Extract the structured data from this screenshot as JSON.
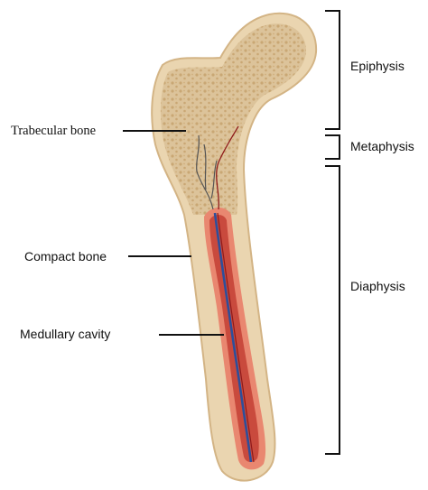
{
  "labels": {
    "trabecular": "Trabecular bone",
    "compact": "Compact bone",
    "medullary": "Medullary cavity"
  },
  "regions": {
    "epiphysis": "Epiphysis",
    "metaphysis": "Metaphysis",
    "diaphysis": "Diaphysis"
  },
  "colors": {
    "bone_outer": "#ead5b0",
    "bone_outline": "#d3b485",
    "trabecular_fill": "#dcc39a",
    "trabecular_dots": "#c9a774",
    "marrow_edge": "#e98770",
    "marrow_core": "#c94a3d",
    "vessel_blue": "#2d4f9b",
    "vessel_red": "#8f1a1a",
    "nerve_gray": "#555555",
    "leader_line": "#111111"
  }
}
